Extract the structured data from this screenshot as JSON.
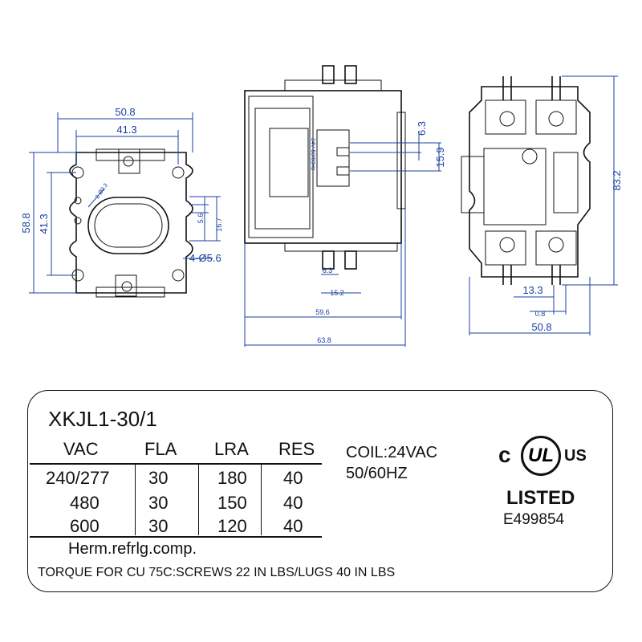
{
  "drawing": {
    "dims": {
      "width_outer": "50.8",
      "width_inner": "41.3",
      "height_outer": "58.8",
      "height_inner": "41.3",
      "hole_small": "2-Ø3.3",
      "slot_56": "5.6",
      "slot_167": "16.7",
      "holes_4": "4-Ø5.6",
      "side_63_top": "6.3",
      "side_159": "15.9",
      "side_63_bottom": "6.3",
      "side_152": "15.2",
      "side_596": "59.6",
      "side_638": "63.8",
      "coil_label": "24V 50/60Hz",
      "right_832": "83.2",
      "right_133": "13.3",
      "right_08": "0.8",
      "right_508": "50.8"
    }
  },
  "label": {
    "model": "XKJL1-30/1",
    "headers": [
      "VAC",
      "FLA",
      "LRA",
      "RES"
    ],
    "rows": [
      [
        "240/277",
        "30",
        "180",
        "40"
      ],
      [
        "480",
        "30",
        "150",
        "40"
      ],
      [
        "600",
        "30",
        "120",
        "40"
      ]
    ],
    "coil_line1": "COIL:24VAC",
    "coil_line2": "50/60HZ",
    "herm": "Herm.refrlg.comp.",
    "torque": "TORQUE FOR CU 75C:SCREWS 22 IN LBS/LUGS 40 IN LBS",
    "cert": {
      "c": "c",
      "ul": "UL",
      "us": "US",
      "listed": "LISTED",
      "file": "E499854"
    }
  },
  "colors": {
    "dimension": "#1a3fa0",
    "line": "#111111"
  }
}
